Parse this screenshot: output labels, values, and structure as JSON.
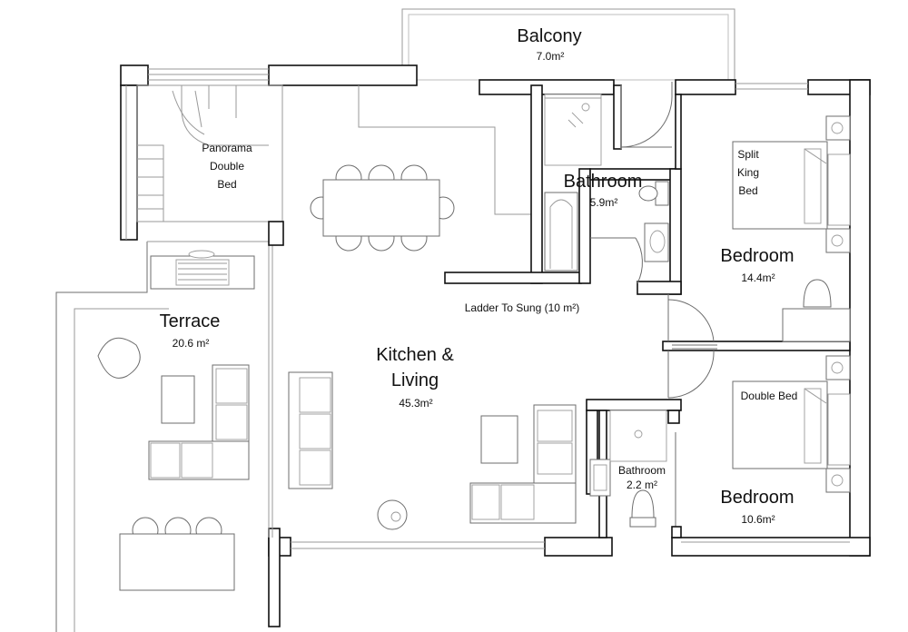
{
  "rooms": {
    "balcony": {
      "name": "Balcony",
      "area": "7.0m²"
    },
    "bathroom_main": {
      "name": "Bathroom",
      "area": "5.9m²"
    },
    "bedroom_1": {
      "name": "Bedroom",
      "area": "14.4m²",
      "bed": [
        "Split",
        "King",
        "Bed"
      ]
    },
    "terrace": {
      "name": "Terrace",
      "area": "20.6 m²"
    },
    "kitchen_living": {
      "name_line1": "Kitchen &",
      "name_line2": "Living",
      "area": "45.3m²"
    },
    "bathroom_small": {
      "name": "Bathroom",
      "area": "2.2 m²"
    },
    "bedroom_2": {
      "name": "Bedroom",
      "area": "10.6m²",
      "bed": "Double Bed"
    },
    "panorama": {
      "bed": [
        "Panorama",
        "Double",
        "Bed"
      ]
    }
  },
  "notes": {
    "ladder": "Ladder To Sung (10 m²)"
  }
}
